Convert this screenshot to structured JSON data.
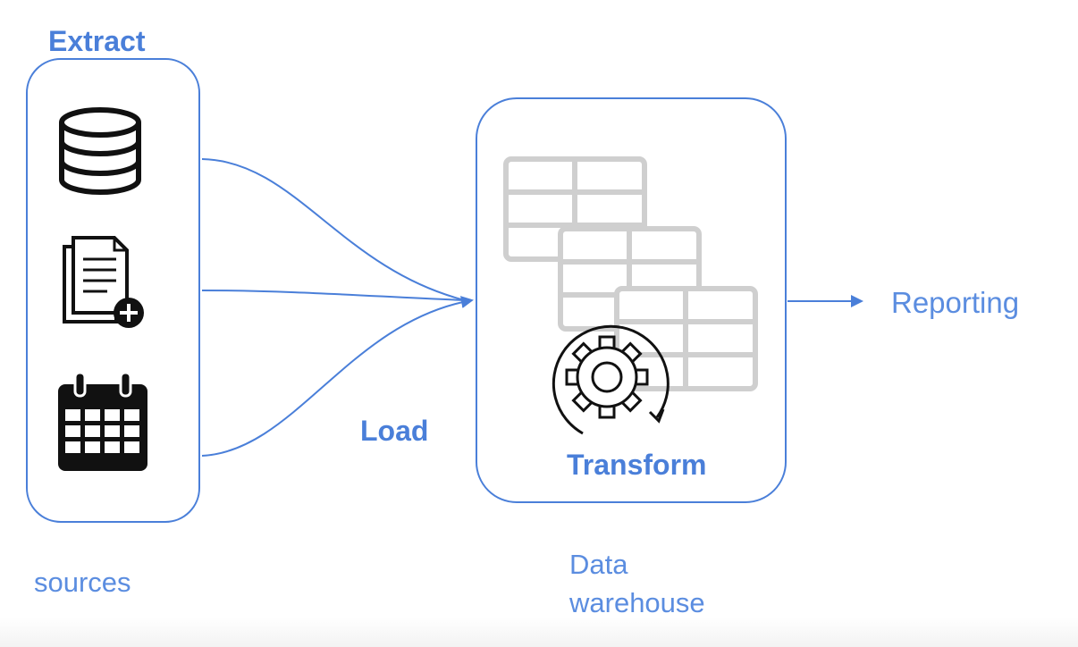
{
  "labels": {
    "extract": "Extract",
    "load": "Load",
    "transform": "Transform",
    "reporting": "Reporting",
    "sources": "sources",
    "warehouse_line1": "Data",
    "warehouse_line2": "warehouse"
  },
  "icons": {
    "sources": [
      "database-icon",
      "document-add-icon",
      "calendar-icon"
    ],
    "warehouse": [
      "tables-icon",
      "gear-cycle-icon"
    ]
  },
  "colors": {
    "accent": "#4a7fd9",
    "table_gray": "#cfcfcf",
    "icon_black": "#111111"
  }
}
